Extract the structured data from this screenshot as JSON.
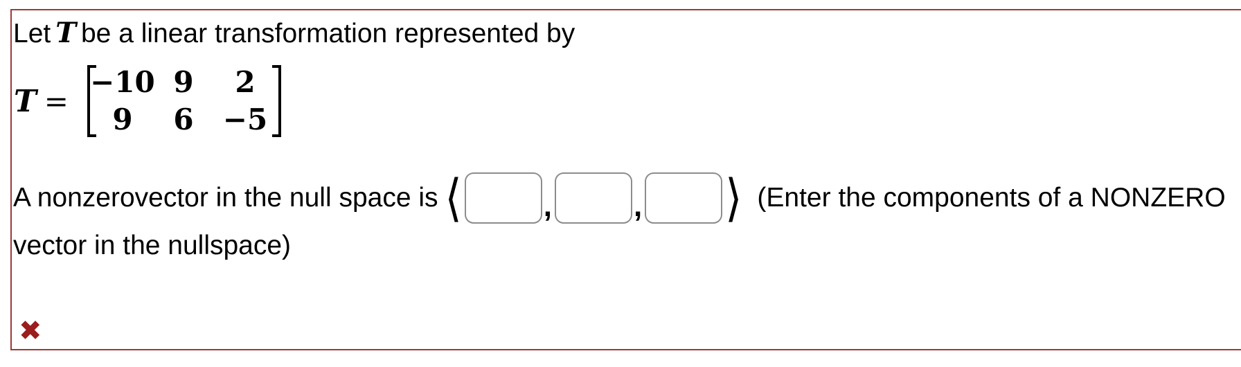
{
  "intro": {
    "prefix": "Let",
    "symbol": "T",
    "suffix": "be a linear transformation represented by"
  },
  "matrix": {
    "symbol": "T",
    "equals": "=",
    "rows": [
      [
        "−10",
        "9",
        "2"
      ],
      [
        "9",
        "6",
        "−5"
      ]
    ]
  },
  "answer": {
    "prompt": "A nonzerovector in the null space is",
    "left_angle": "⟨",
    "separator": ",",
    "inputs": [
      {
        "value": "",
        "placeholder": ""
      },
      {
        "value": "",
        "placeholder": ""
      },
      {
        "value": "",
        "placeholder": ""
      }
    ],
    "right_angle": "⟩",
    "note_line1": "(Enter the components of a NONZERO",
    "note_line2": "vector in the nullspace)"
  },
  "feedback": {
    "incorrect_mark": "✖"
  },
  "colors": {
    "frame_border": "#993a38",
    "incorrect_mark": "#9b1d1d",
    "input_border": "#8c8c8c",
    "text": "#000000"
  }
}
